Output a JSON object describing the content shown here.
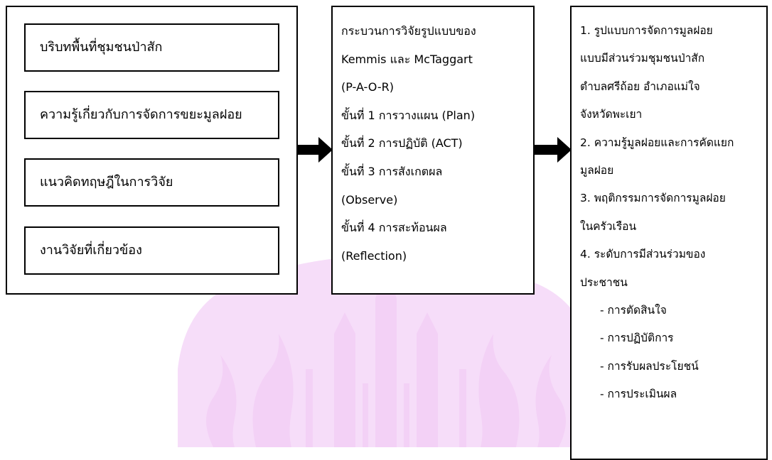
{
  "left_box": {
    "items": [
      "บริบทพื้นที่ชุมชนป่าสัก",
      "ความรู้เกี่ยวกับการจัดการขยะมูลฝอย",
      "แนวคิดทฤษฎีในการวิจัย",
      "งานวิจัยที่เกี่ยวข้อง"
    ]
  },
  "middle_box": {
    "lines": [
      "กระบวนการวิจัยรูปแบบของ",
      "Kemmis และ McTaggart",
      "(P-A-O-R)",
      "ขั้นที่ 1 การวางแผน (Plan)",
      "ขั้นที่ 2 การปฏิบัติ (ACT)",
      "ขั้นที่ 3 การสังเกตผล",
      "(Observe)",
      "ขั้นที่ 4 การสะท้อนผล",
      "(Reflection)"
    ]
  },
  "right_box": {
    "lines": [
      "1. รูปแบบการจัดการมูลฝอย",
      "แบบมีส่วนร่วมชุมชนป่าสัก",
      "ตำบลศรีถ้อย อำเภอแม่ใจ",
      "จังหวัดพะเยา",
      "2. ความรู้มูลฝอยและการคัดแยก",
      "มูลฝอย",
      "3. พฤติกรรมการจัดการมูลฝอย",
      "ในครัวเรือน",
      "4. ระดับการมีส่วนร่วมของ",
      "ประชาชน"
    ],
    "sub_items": [
      "- การตัดสินใจ",
      "- การปฏิบัติการ",
      "- การรับผลประโยชน์",
      "- การประเมินผล"
    ]
  },
  "colors": {
    "watermark": "#f2c9f5",
    "stroke": "#000000"
  },
  "icons": {
    "arrow": "arrow-right-icon",
    "watermark": "temple-watermark-icon"
  }
}
